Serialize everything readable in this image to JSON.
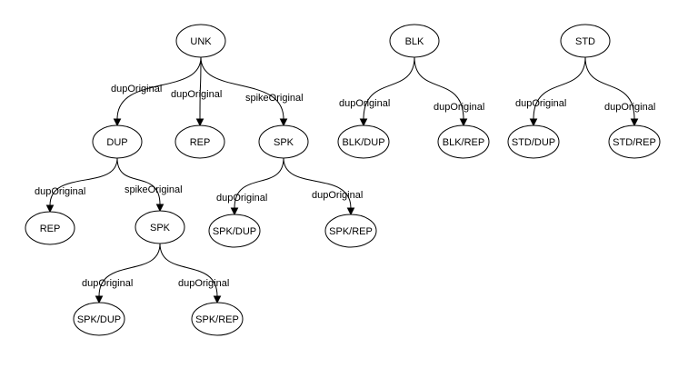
{
  "diagram": {
    "nodes": [
      {
        "id": "unk",
        "label": "UNK"
      },
      {
        "id": "dup",
        "label": "DUP"
      },
      {
        "id": "rep1",
        "label": "REP"
      },
      {
        "id": "spk1",
        "label": "SPK"
      },
      {
        "id": "rep2",
        "label": "REP"
      },
      {
        "id": "spk2",
        "label": "SPK"
      },
      {
        "id": "spkdup1",
        "label": "SPK/DUP"
      },
      {
        "id": "spkrep1",
        "label": "SPK/REP"
      },
      {
        "id": "spkdup2",
        "label": "SPK/DUP"
      },
      {
        "id": "spkrep2",
        "label": "SPK/REP"
      },
      {
        "id": "blk",
        "label": "BLK"
      },
      {
        "id": "blkdup",
        "label": "BLK/DUP"
      },
      {
        "id": "blkrep",
        "label": "BLK/REP"
      },
      {
        "id": "std",
        "label": "STD"
      },
      {
        "id": "stddup",
        "label": "STD/DUP"
      },
      {
        "id": "stdrep",
        "label": "STD/REP"
      }
    ],
    "edges": [
      {
        "from": "unk",
        "to": "dup",
        "label": "dupOriginal"
      },
      {
        "from": "unk",
        "to": "rep1",
        "label": "dupOriginal"
      },
      {
        "from": "unk",
        "to": "spk1",
        "label": "spikeOriginal"
      },
      {
        "from": "dup",
        "to": "rep2",
        "label": "dupOriginal"
      },
      {
        "from": "dup",
        "to": "spk2",
        "label": "spikeOriginal"
      },
      {
        "from": "spk2",
        "to": "spkdup2",
        "label": "dupOriginal"
      },
      {
        "from": "spk2",
        "to": "spkrep2",
        "label": "dupOriginal"
      },
      {
        "from": "spk1",
        "to": "spkdup1",
        "label": "dupOriginal"
      },
      {
        "from": "spk1",
        "to": "spkrep1",
        "label": "dupOriginal"
      },
      {
        "from": "blk",
        "to": "blkdup",
        "label": "dupOriginal"
      },
      {
        "from": "blk",
        "to": "blkrep",
        "label": "dupOriginal"
      },
      {
        "from": "std",
        "to": "stddup",
        "label": "dupOriginal"
      },
      {
        "from": "std",
        "to": "stdrep",
        "label": "dupOriginal"
      }
    ]
  }
}
